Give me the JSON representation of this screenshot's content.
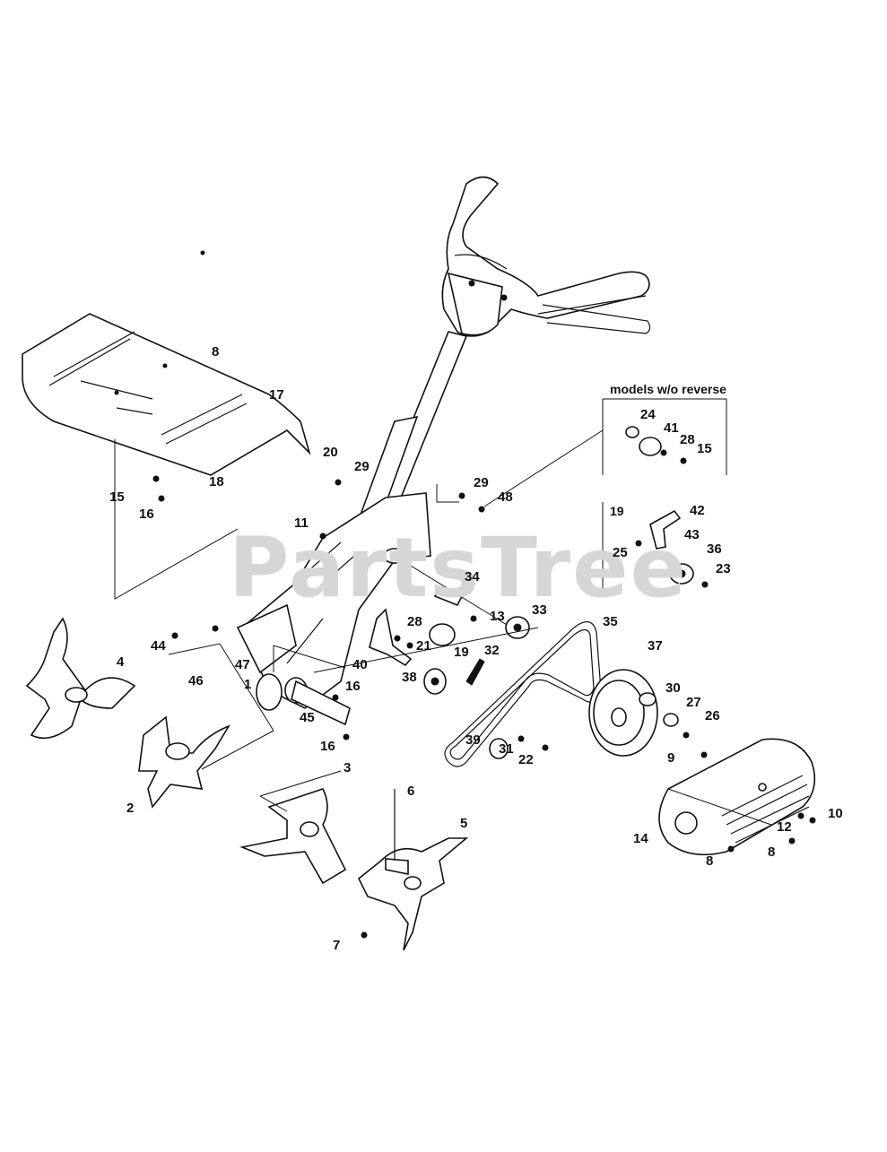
{
  "watermark": "PartsTree",
  "notes": {
    "no_reverse": "models w/o reverse",
    "group_19": "19"
  },
  "callouts": [
    {
      "id": "c8a",
      "label": "8"
    },
    {
      "id": "c17",
      "label": "17"
    },
    {
      "id": "c20",
      "label": "20"
    },
    {
      "id": "c29a",
      "label": "29"
    },
    {
      "id": "c18",
      "label": "18"
    },
    {
      "id": "c15a",
      "label": "15"
    },
    {
      "id": "c16a",
      "label": "16"
    },
    {
      "id": "c11",
      "label": "11"
    },
    {
      "id": "c29b",
      "label": "29"
    },
    {
      "id": "c48",
      "label": "48"
    },
    {
      "id": "c24",
      "label": "24"
    },
    {
      "id": "c41",
      "label": "41"
    },
    {
      "id": "c28a",
      "label": "28"
    },
    {
      "id": "c15b",
      "label": "15"
    },
    {
      "id": "c42",
      "label": "42"
    },
    {
      "id": "c43",
      "label": "43"
    },
    {
      "id": "c25",
      "label": "25"
    },
    {
      "id": "c36",
      "label": "36"
    },
    {
      "id": "c23",
      "label": "23"
    },
    {
      "id": "c34",
      "label": "34"
    },
    {
      "id": "c28b",
      "label": "28"
    },
    {
      "id": "c13",
      "label": "13"
    },
    {
      "id": "c33",
      "label": "33"
    },
    {
      "id": "c35",
      "label": "35"
    },
    {
      "id": "c21",
      "label": "21"
    },
    {
      "id": "c19",
      "label": "19"
    },
    {
      "id": "c32",
      "label": "32"
    },
    {
      "id": "c40",
      "label": "40"
    },
    {
      "id": "c37",
      "label": "37"
    },
    {
      "id": "c44",
      "label": "44"
    },
    {
      "id": "c4",
      "label": "4"
    },
    {
      "id": "c46",
      "label": "46"
    },
    {
      "id": "c47",
      "label": "47"
    },
    {
      "id": "c1",
      "label": "1"
    },
    {
      "id": "c45",
      "label": "45"
    },
    {
      "id": "c16b",
      "label": "16"
    },
    {
      "id": "c16c",
      "label": "16"
    },
    {
      "id": "c38",
      "label": "38"
    },
    {
      "id": "c30",
      "label": "30"
    },
    {
      "id": "c27",
      "label": "27"
    },
    {
      "id": "c26",
      "label": "26"
    },
    {
      "id": "c39",
      "label": "39"
    },
    {
      "id": "c31",
      "label": "31"
    },
    {
      "id": "c22",
      "label": "22"
    },
    {
      "id": "c9",
      "label": "9"
    },
    {
      "id": "c2",
      "label": "2"
    },
    {
      "id": "c3",
      "label": "3"
    },
    {
      "id": "c6",
      "label": "6"
    },
    {
      "id": "c5",
      "label": "5"
    },
    {
      "id": "c12",
      "label": "12"
    },
    {
      "id": "c10",
      "label": "10"
    },
    {
      "id": "c14",
      "label": "14"
    },
    {
      "id": "c8b",
      "label": "8"
    },
    {
      "id": "c8c",
      "label": "8"
    },
    {
      "id": "c7",
      "label": "7"
    }
  ]
}
